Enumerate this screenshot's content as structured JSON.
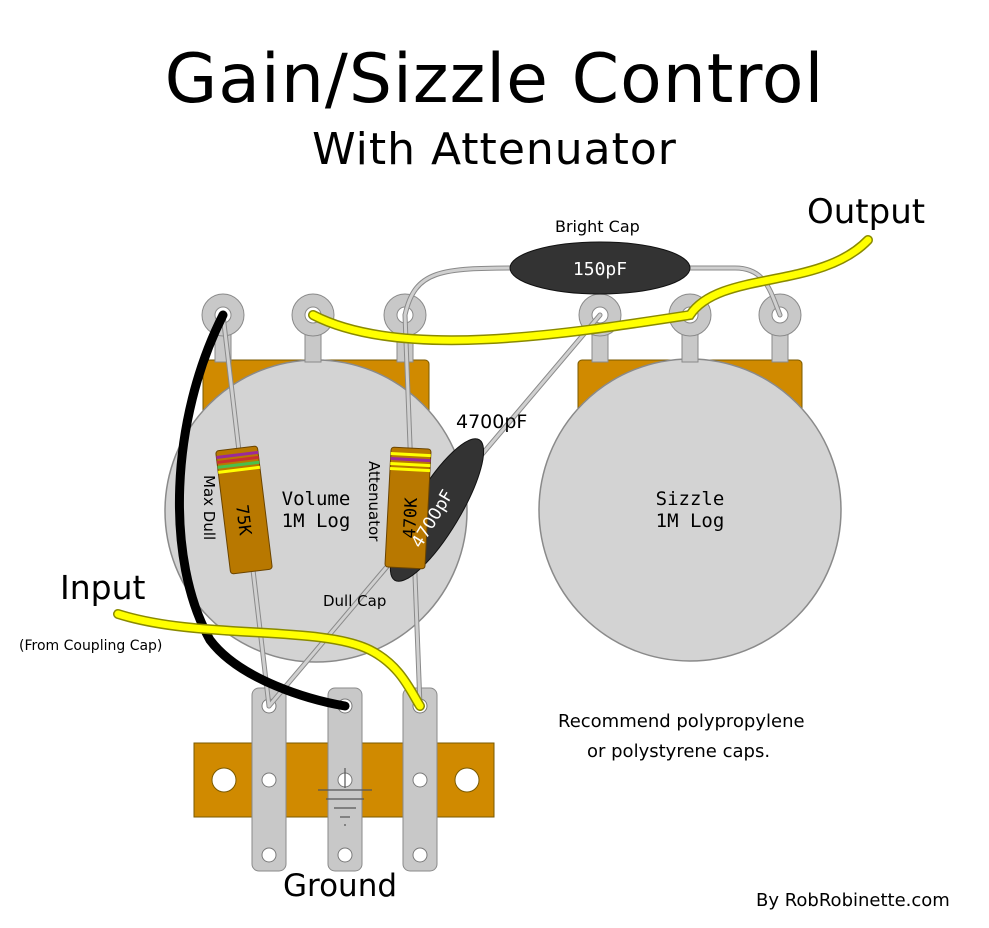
{
  "title": "Gain/Sizzle Control",
  "subtitle": "With Attenuator",
  "labels": {
    "output": "Output",
    "input": "Input",
    "input_note": "(From Coupling Cap)",
    "bright_cap": "Bright Cap",
    "bright_cap_value": "150pF",
    "dull_cap": "Dull Cap",
    "dull_cap_value": "4700pF",
    "dull_cap_body_value": "4700pF",
    "ground": "Ground",
    "max_dull": "Max Dull",
    "attenuator": "Attenuator",
    "resistor_75k": "75K",
    "resistor_470k": "470K",
    "note_line1": "Recommend polypropylene",
    "note_line2": "or polystyrene caps.",
    "credit": "By RobRobinette.com"
  },
  "pots": {
    "volume": {
      "line1": "Volume",
      "line2": "1M Log"
    },
    "sizzle": {
      "line1": "Sizzle",
      "line2": "1M Log"
    }
  },
  "colors": {
    "pot_body": "#d3d3d3",
    "pot_bracket": "#d08a00",
    "lug": "#c8c8c8",
    "yellow_wire": "#ffff00",
    "black_wire": "#000000",
    "gray_wire": "#d0d0d0",
    "cap_body": "#333333",
    "resistor_body": "#b87800",
    "ground_strip": "#d08a00"
  }
}
